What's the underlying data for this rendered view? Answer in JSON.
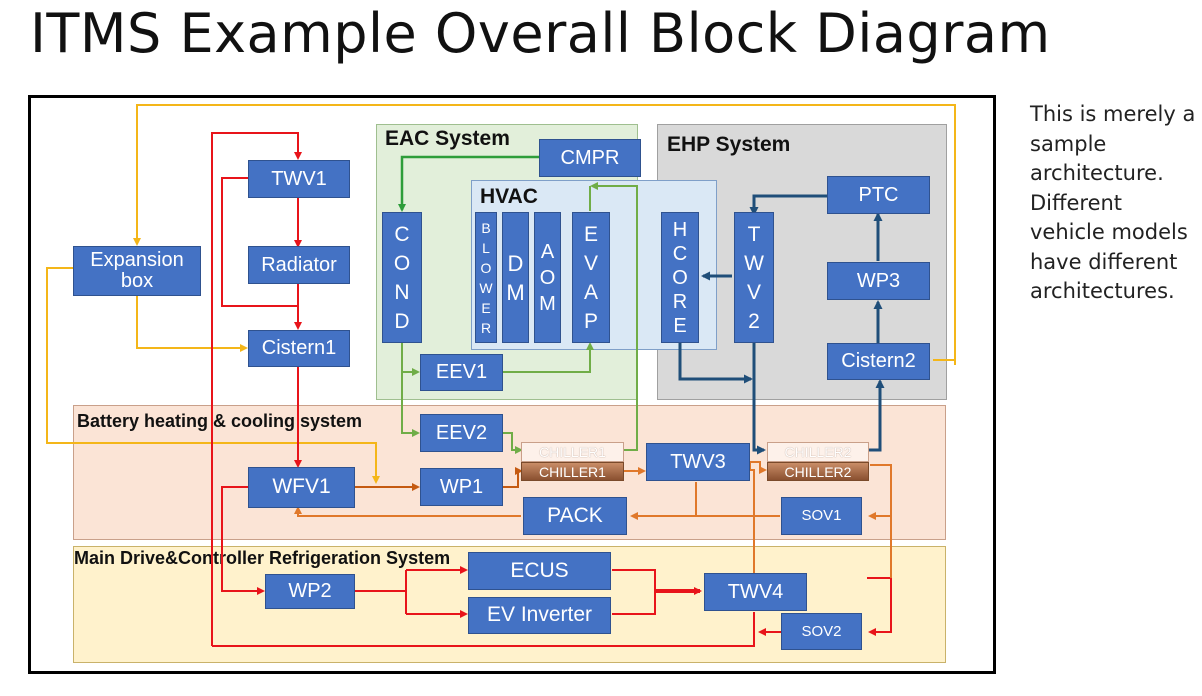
{
  "title": "ITMS Example Overall Block Diagram",
  "note": "This is merely a sample architecture. Different vehicle models have different architectures.",
  "regions": {
    "eac": "EAC System",
    "ehp": "EHP System",
    "hvac": "HVAC",
    "battery": "Battery heating & cooling system",
    "main": "Main Drive&Controller Refrigeration System"
  },
  "blocks": {
    "twv1": "TWV1",
    "radiator": "Radiator",
    "cistern1": "Cistern1",
    "expansion_box": "Expansion box",
    "cmpr": "CMPR",
    "cond": [
      "C",
      "O",
      "N",
      "D"
    ],
    "blower": [
      "B",
      "L",
      "O",
      "W",
      "E",
      "R"
    ],
    "dm": [
      "D",
      "M"
    ],
    "aom": [
      "A",
      "O",
      "M"
    ],
    "evap": [
      "E",
      "V",
      "A",
      "P"
    ],
    "hcore": [
      "H",
      "C",
      "O",
      "R",
      "E"
    ],
    "twv2": [
      "T",
      "W",
      "V",
      "2"
    ],
    "ptc": "PTC",
    "wp3": "WP3",
    "cistern2": "Cistern2",
    "eev1": "EEV1",
    "eev2": "EEV2",
    "chiller1_top": "CHILLER1",
    "chiller1_bottom": "CHILLER1",
    "chiller2_top": "CHILLER2",
    "chiller2_bottom": "CHILLER2",
    "twv3": "TWV3",
    "wfv1": "WFV1",
    "wp1": "WP1",
    "pack": "PACK",
    "sov1": "SOV1",
    "ecus": "ECUS",
    "ev_inverter": "EV Inverter",
    "wp2": "WP2",
    "twv4": "TWV4",
    "sov2": "SOV2"
  },
  "colors": {
    "block": "#4472c4",
    "red_loop": "#e8141a",
    "orange_loop": "#e0782a",
    "green_loop": "#70ad47",
    "navy_loop": "#1f4e79",
    "yellow_loop": "#f4b619",
    "eac_bg": "#e2efda",
    "ehp_bg": "#d9d9d9",
    "hvac_bg": "#dae8f5",
    "battery_bg": "#fbe4d6",
    "main_bg": "#fff2cc"
  }
}
